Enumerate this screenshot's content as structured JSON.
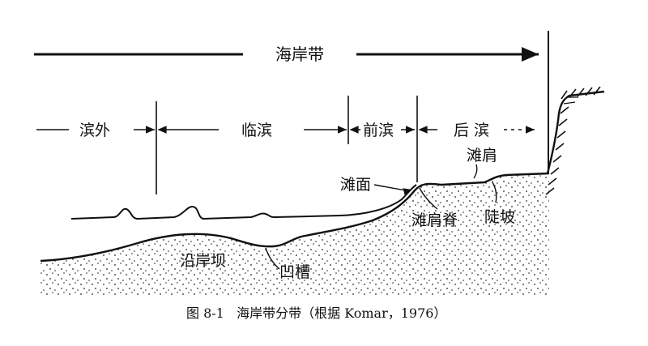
{
  "diagram": {
    "zones": {
      "coastal_zone": "海岸带",
      "offshore": "滨外",
      "nearshore": "临滨",
      "foreshore": "前滨",
      "backshore": "后 滨"
    },
    "features": {
      "berm": "滩肩",
      "beach_face": "滩面",
      "berm_crest": "滩肩脊",
      "scarp": "陡坡",
      "longshore_bar": "沿岸坝",
      "trough": "凹槽"
    },
    "caption": "图 8-1   海岸带分带（根据 Komar，1976）"
  }
}
